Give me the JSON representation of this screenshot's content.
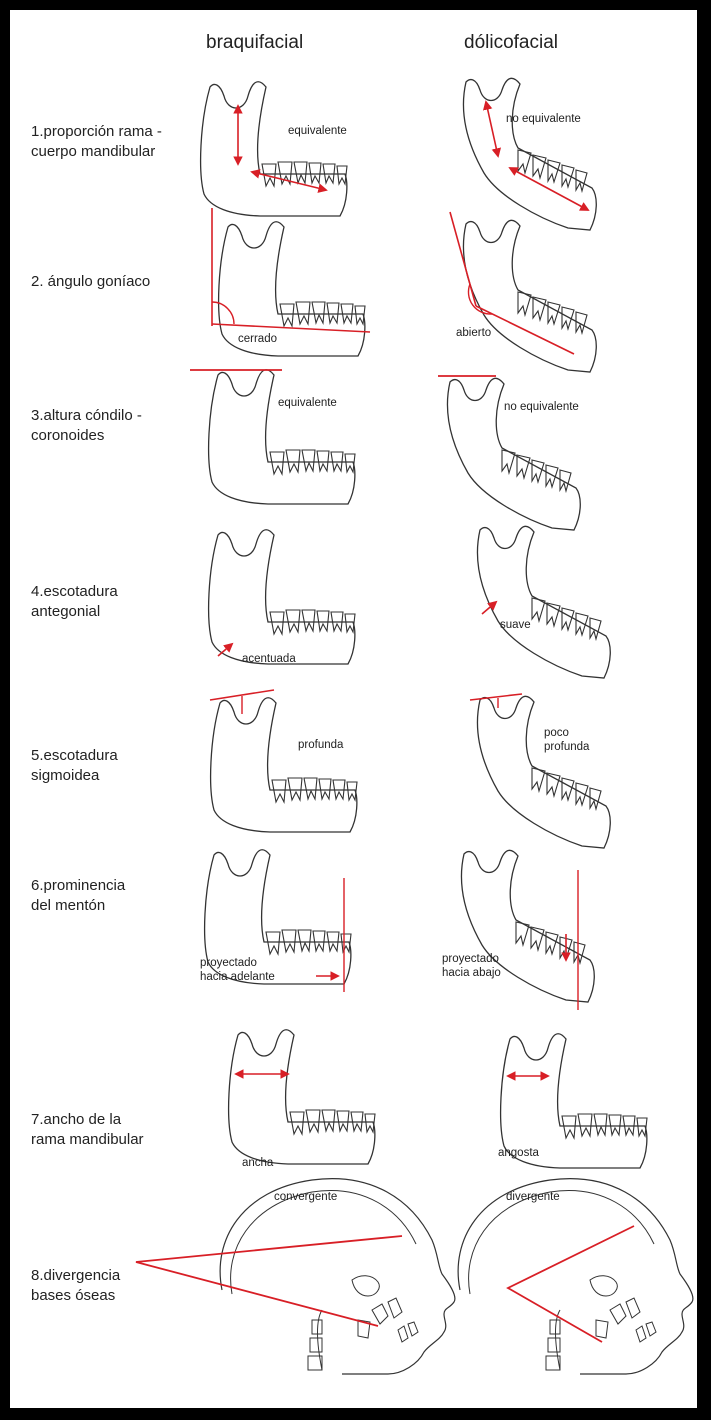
{
  "columns": {
    "left": "braquifacial",
    "right": "dólicofacial"
  },
  "rows": [
    {
      "label": "1.proporción rama -\ncuerpo mandibular",
      "left_note": "equivalente",
      "right_note": "no equivalente"
    },
    {
      "label": "2. ángulo goníaco",
      "left_note": "cerrado",
      "right_note": "abierto"
    },
    {
      "label": "3.altura cóndilo -\ncoronoides",
      "left_note": "equivalente",
      "right_note": "no equivalente"
    },
    {
      "label": "4.escotadura\nantegonial",
      "left_note": "acentuada",
      "right_note": "suave"
    },
    {
      "label": "5.escotadura\nsigmoidea",
      "left_note": "profunda",
      "right_note": "poco\nprofunda"
    },
    {
      "label": "6.prominencia\ndel mentón",
      "left_note": "proyectado\nhacia adelante",
      "right_note": "proyectado\nhacia abajo"
    },
    {
      "label": "7.ancho de la\nrama mandibular",
      "left_note": "ancha",
      "right_note": "angosta"
    },
    {
      "label": "8.divergencia\nbases óseas",
      "left_note": "convergente",
      "right_note": "divergente"
    }
  ],
  "colors": {
    "outline": "#333333",
    "accent": "#d81f26",
    "border": "#000000"
  }
}
